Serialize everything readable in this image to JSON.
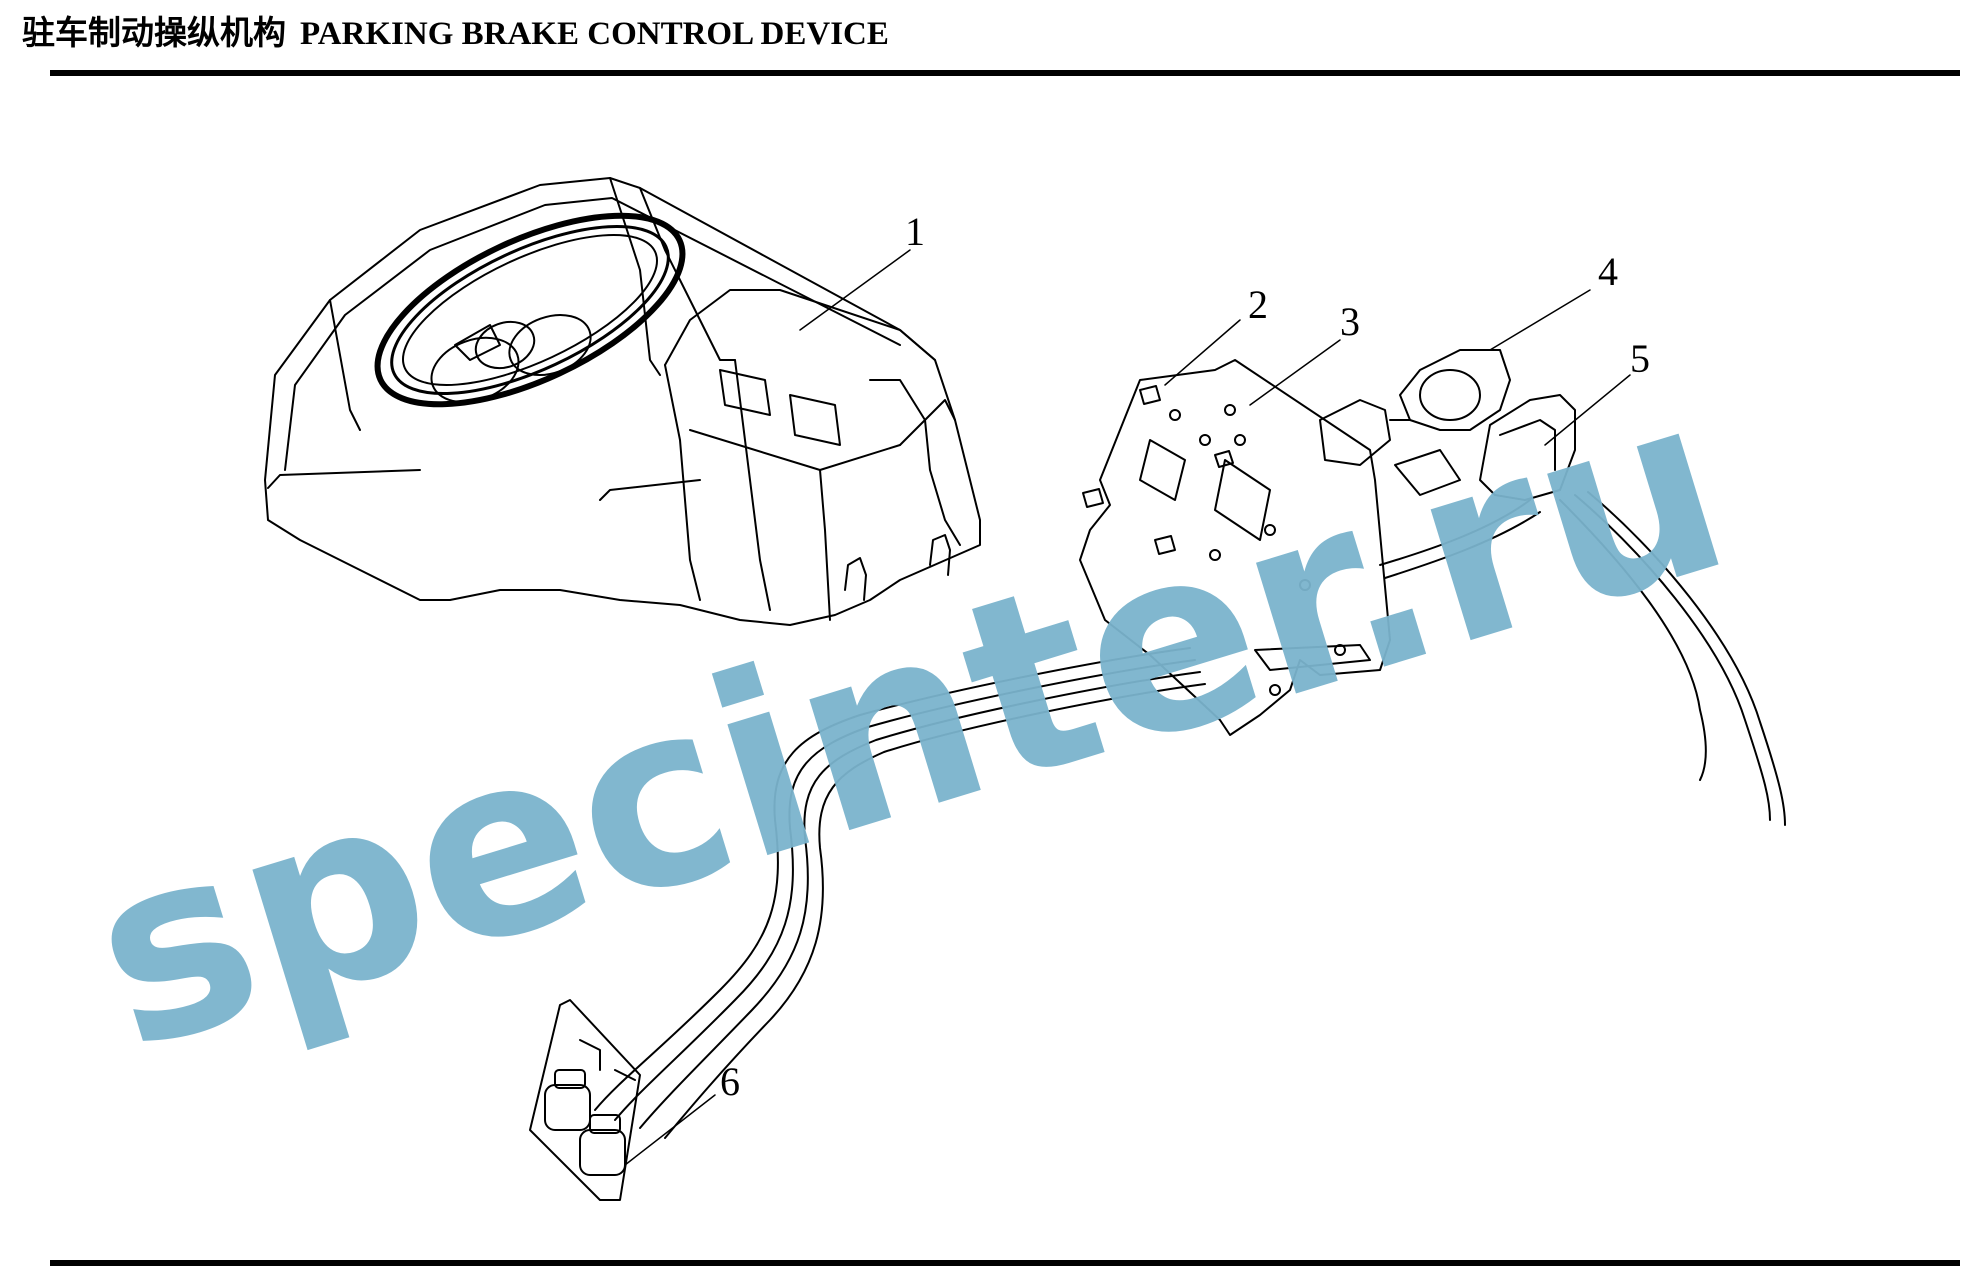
{
  "header": {
    "title_cn": "驻车制动操纵机构",
    "title_en": "PARKING BRAKE CONTROL DEVICE"
  },
  "callouts": [
    "1",
    "2",
    "3",
    "4",
    "5",
    "6"
  ],
  "watermark": {
    "text": "specinter.ru",
    "color": "#7ab3cc"
  }
}
